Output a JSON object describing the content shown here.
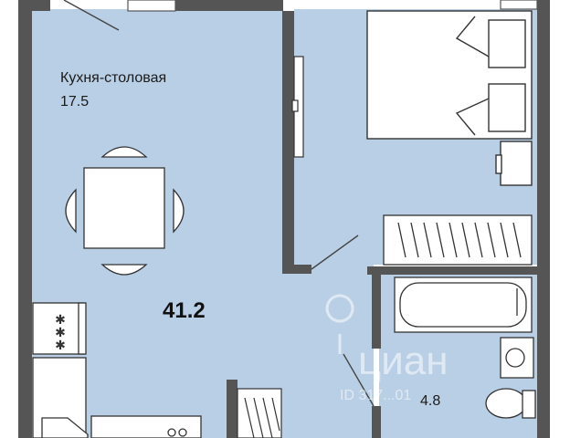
{
  "rooms": {
    "kitchen": {
      "name": "Кухня-столовая",
      "area": "17.5"
    },
    "bathroom": {
      "area": "4.8"
    }
  },
  "total_area": "41.2",
  "watermark": {
    "brand": "циан",
    "id_text": "ID 317...01"
  },
  "colors": {
    "floor": "#b9cfe6",
    "wall": "#555555",
    "furniture_fill": "#ffffff",
    "furniture_stroke": "#333333"
  },
  "icons": [
    "location-pin-icon"
  ]
}
